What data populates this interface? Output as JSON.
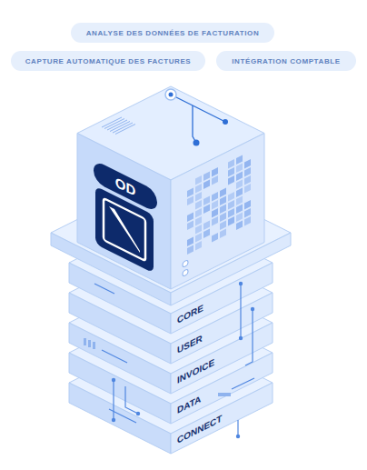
{
  "diagram": {
    "nodes": [
      {
        "text": [
          "ANALYSE DES DONNÉES DE FACTURATION"
        ]
      },
      {
        "text": [
          "CAPTURE AUTOMATIQUE DES FACTURES"
        ]
      },
      {
        "text": [
          "INTÉGRATION COMPTABLE"
        ]
      }
    ],
    "labels": [
      "OD",
      "CORE",
      "USER",
      "INVOICE",
      "DATA",
      "CONNECT"
    ]
  }
}
